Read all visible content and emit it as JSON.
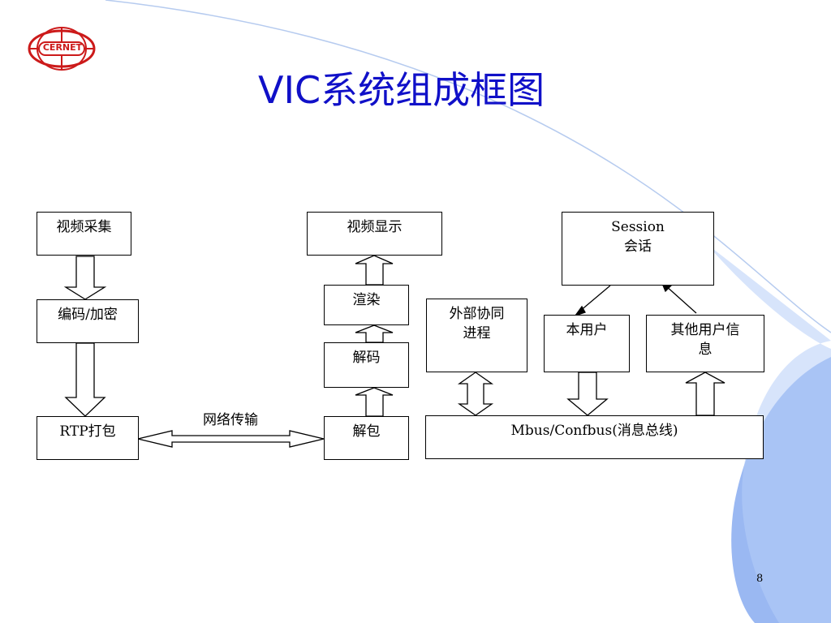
{
  "slide": {
    "title": "VIC系统组成框图",
    "page_number": "8",
    "logo_text": "CERNET"
  },
  "diagram": {
    "boxes": {
      "capture": "视频采集",
      "encode": "编码/加密",
      "rtp": "RTP打包",
      "display": "视频显示",
      "render": "渲染",
      "decode": "解码",
      "depacket": "解包",
      "external_line1": "外部协同",
      "external_line2": "进程",
      "session_line1": "Session",
      "session_line2": "会话",
      "local_user": "本用户",
      "other_users_line1": "其他用户信",
      "other_users_line2": "息",
      "bus": "Mbus/Confbus(消息总线)"
    },
    "network_label": "网络传输"
  },
  "colors": {
    "title": "#1010c8",
    "decoration": "#9ab8f2",
    "logo": "#cc1a1a"
  }
}
